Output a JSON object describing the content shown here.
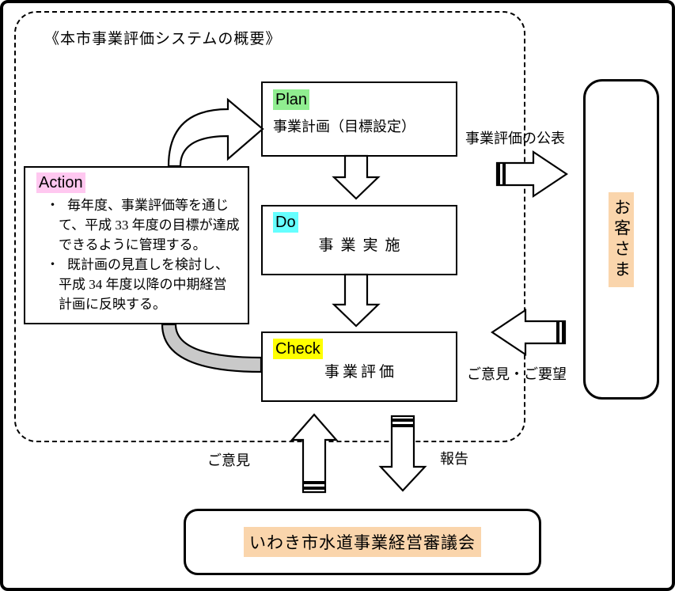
{
  "frame": {
    "title": "《本市事業評価システムの概要》"
  },
  "pdca": {
    "plan": {
      "tag": "Plan",
      "tag_highlight": "#90EE90",
      "label": "事業計画（目標設定）"
    },
    "do": {
      "tag": "Do",
      "tag_highlight": "#66FFFF",
      "label": "事業実施"
    },
    "check": {
      "tag": "Check",
      "tag_highlight": "#FFFF00",
      "label": "事業評価"
    },
    "action": {
      "tag": "Action",
      "tag_highlight": "#FFC8F0",
      "bullet_marker": "・",
      "bullets": [
        "毎年度、事業評価等を通じて、平成 33 年度の目標が達成できるように管理する。",
        "既計画の見直しを検討し、平成 34 年度以降の中期経営計画に反映する。"
      ]
    }
  },
  "customer": {
    "label": "お客さま",
    "highlight": "#FAD5AC"
  },
  "council": {
    "label": "いわき市水道事業経営審議会",
    "highlight": "#FAD5AC"
  },
  "flow_labels": {
    "publish": "事業評価の公表",
    "request": "ご意見・ご要望",
    "opinion": "ご意見",
    "report": "報告"
  }
}
